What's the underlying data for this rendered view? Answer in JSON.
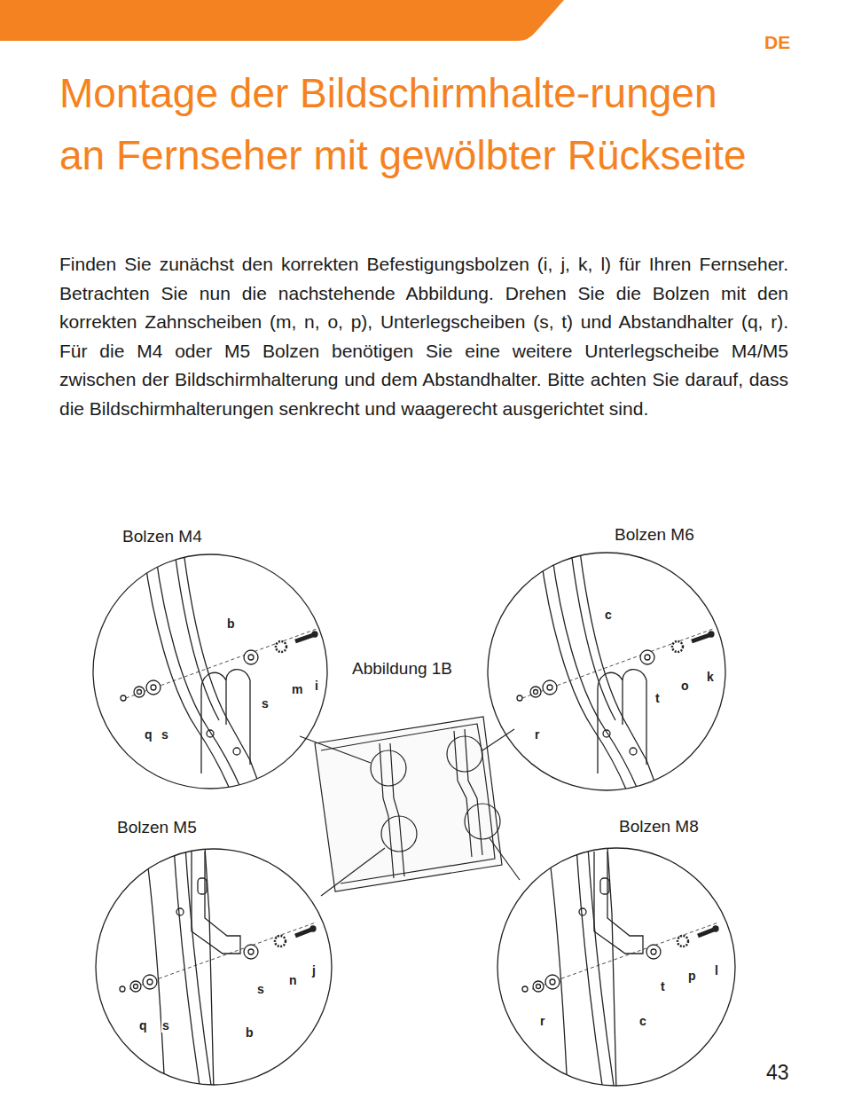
{
  "diagram": {
    "title": "Montage der Bildschirmhalte-rungen an Fernseher mit gewölbter Rückseite",
    "nodes": [
      {
        "text": [
          "Bolzen M4"
        ]
      },
      {
        "text": [
          "Bolzen M6"
        ]
      },
      {
        "text": [
          "Bolzen M5"
        ]
      },
      {
        "text": [
          "Bolzen M8"
        ]
      }
    ],
    "labels": [
      "DE",
      "Finden Sie zunächst den korrekten Befestigungsbolzen (i, j, k, l) für Ihren Fernseher. Betrachten Sie nun die nachstehende Abbildung. Drehen Sie die Bolzen mit den korrekten Zahnscheiben (m, n, o, p), Unterlegscheiben (s, t) und Abstandhalter (q, r). Für die M4 oder M5 Bolzen benötigen Sie eine weitere Unterlegscheibe M4/M5 zwischen der Bildschirmhalterung und dem Abstandhalter. Bitte achten Sie darauf, dass die Bildschirmhalterungen senkrecht und waagerecht ausgerichtet sind.",
      "Abbildung 1B",
      "b",
      "s",
      "m",
      "i",
      "q",
      "s",
      "c",
      "t",
      "o",
      "k",
      "r",
      "s",
      "n",
      "j",
      "q",
      "s",
      "b",
      "t",
      "p",
      "l",
      "r",
      "c",
      "43"
    ]
  }
}
